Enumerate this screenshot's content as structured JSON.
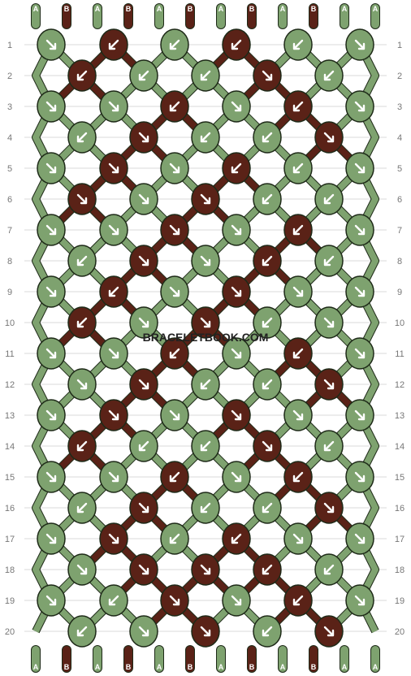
{
  "colors": {
    "A": "#7ea26f",
    "B": "#5a2217",
    "outline": "#1e2a18",
    "grid": "#d8d8d8",
    "arrow": "#ffffff"
  },
  "strings": {
    "top": [
      "A",
      "B",
      "A",
      "B",
      "A",
      "B",
      "A",
      "B",
      "A",
      "B",
      "A",
      "A"
    ],
    "bottom": [
      "A",
      "B",
      "A",
      "B",
      "A",
      "B",
      "A",
      "B",
      "A",
      "B",
      "A",
      "A"
    ]
  },
  "rows": [
    {
      "num": "1",
      "knots": [
        [
          "A",
          "se"
        ],
        [
          "B",
          "sw"
        ],
        [
          "A",
          "sw"
        ],
        [
          "B",
          "sw"
        ],
        [
          "A",
          "sw"
        ],
        [
          "A",
          "se"
        ]
      ]
    },
    {
      "num": "2",
      "knots": [
        [
          "B",
          "sw"
        ],
        [
          "A",
          "sw"
        ],
        [
          "A",
          "sw"
        ],
        [
          "B",
          "se"
        ],
        [
          "A",
          "sw"
        ]
      ]
    },
    {
      "num": "3",
      "knots": [
        [
          "A",
          "se"
        ],
        [
          "A",
          "se"
        ],
        [
          "B",
          "sw"
        ],
        [
          "A",
          "se"
        ],
        [
          "B",
          "sw"
        ],
        [
          "A",
          "se"
        ]
      ]
    },
    {
      "num": "4",
      "knots": [
        [
          "A",
          "sw"
        ],
        [
          "B",
          "se"
        ],
        [
          "A",
          "sw"
        ],
        [
          "A",
          "sw"
        ],
        [
          "B",
          "se"
        ]
      ]
    },
    {
      "num": "5",
      "knots": [
        [
          "A",
          "se"
        ],
        [
          "B",
          "se"
        ],
        [
          "A",
          "se"
        ],
        [
          "B",
          "sw"
        ],
        [
          "A",
          "sw"
        ],
        [
          "A",
          "se"
        ]
      ]
    },
    {
      "num": "6",
      "knots": [
        [
          "B",
          "se"
        ],
        [
          "A",
          "se"
        ],
        [
          "B",
          "se"
        ],
        [
          "A",
          "sw"
        ],
        [
          "A",
          "sw"
        ]
      ]
    },
    {
      "num": "7",
      "knots": [
        [
          "A",
          "se"
        ],
        [
          "A",
          "se"
        ],
        [
          "B",
          "se"
        ],
        [
          "A",
          "se"
        ],
        [
          "B",
          "sw"
        ],
        [
          "A",
          "se"
        ]
      ]
    },
    {
      "num": "8",
      "knots": [
        [
          "A",
          "sw"
        ],
        [
          "B",
          "se"
        ],
        [
          "A",
          "se"
        ],
        [
          "B",
          "sw"
        ],
        [
          "A",
          "sw"
        ]
      ]
    },
    {
      "num": "9",
      "knots": [
        [
          "A",
          "se"
        ],
        [
          "B",
          "sw"
        ],
        [
          "A",
          "se"
        ],
        [
          "B",
          "se"
        ],
        [
          "A",
          "se"
        ],
        [
          "A",
          "se"
        ]
      ]
    },
    {
      "num": "10",
      "knots": [
        [
          "B",
          "sw"
        ],
        [
          "A",
          "se"
        ],
        [
          "B",
          "se"
        ],
        [
          "A",
          "sw"
        ],
        [
          "A",
          "se"
        ]
      ]
    },
    {
      "num": "11",
      "knots": [
        [
          "A",
          "se"
        ],
        [
          "A",
          "se"
        ],
        [
          "B",
          "sw"
        ],
        [
          "A",
          "se"
        ],
        [
          "B",
          "sw"
        ],
        [
          "A",
          "se"
        ]
      ]
    },
    {
      "num": "12",
      "knots": [
        [
          "A",
          "se"
        ],
        [
          "B",
          "se"
        ],
        [
          "A",
          "sw"
        ],
        [
          "A",
          "sw"
        ],
        [
          "B",
          "se"
        ]
      ]
    },
    {
      "num": "13",
      "knots": [
        [
          "A",
          "se"
        ],
        [
          "B",
          "se"
        ],
        [
          "A",
          "se"
        ],
        [
          "B",
          "se"
        ],
        [
          "A",
          "se"
        ],
        [
          "A",
          "se"
        ]
      ]
    },
    {
      "num": "14",
      "knots": [
        [
          "B",
          "sw"
        ],
        [
          "A",
          "sw"
        ],
        [
          "A",
          "sw"
        ],
        [
          "B",
          "se"
        ],
        [
          "A",
          "sw"
        ]
      ]
    },
    {
      "num": "15",
      "knots": [
        [
          "A",
          "se"
        ],
        [
          "A",
          "se"
        ],
        [
          "B",
          "sw"
        ],
        [
          "A",
          "se"
        ],
        [
          "B",
          "sw"
        ],
        [
          "A",
          "se"
        ]
      ]
    },
    {
      "num": "16",
      "knots": [
        [
          "A",
          "sw"
        ],
        [
          "B",
          "se"
        ],
        [
          "A",
          "sw"
        ],
        [
          "A",
          "sw"
        ],
        [
          "B",
          "se"
        ]
      ]
    },
    {
      "num": "17",
      "knots": [
        [
          "A",
          "se"
        ],
        [
          "B",
          "se"
        ],
        [
          "A",
          "sw"
        ],
        [
          "B",
          "sw"
        ],
        [
          "A",
          "se"
        ],
        [
          "A",
          "se"
        ]
      ]
    },
    {
      "num": "18",
      "knots": [
        [
          "A",
          "se"
        ],
        [
          "B",
          "se"
        ],
        [
          "B",
          "se"
        ],
        [
          "B",
          "sw"
        ],
        [
          "A",
          "sw"
        ]
      ]
    },
    {
      "num": "19",
      "knots": [
        [
          "A",
          "se"
        ],
        [
          "A",
          "sw"
        ],
        [
          "B",
          "se"
        ],
        [
          "A",
          "se"
        ],
        [
          "B",
          "sw"
        ],
        [
          "A",
          "se"
        ]
      ]
    },
    {
      "num": "20",
      "knots": [
        [
          "A",
          "sw"
        ],
        [
          "A",
          "se"
        ],
        [
          "B",
          "se"
        ],
        [
          "A",
          "sw"
        ],
        [
          "B",
          "se"
        ]
      ]
    }
  ],
  "watermark": "BRACELETBOOK.COM"
}
